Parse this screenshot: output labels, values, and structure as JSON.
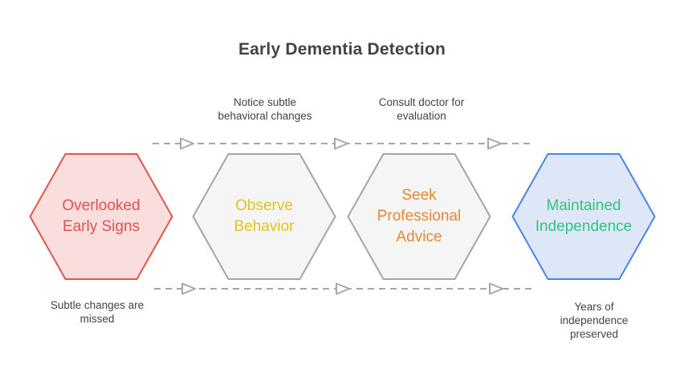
{
  "title": "Early Dementia Detection",
  "colors": {
    "title_text": "#404347",
    "annotation_text": "#404448",
    "flow_line": "#a6a6a6",
    "arrowhead_fill": "#ffffff",
    "background": "#ffffff"
  },
  "stages": [
    {
      "label": "Overlooked Early Signs",
      "fill": "#fadddd",
      "border": "#e0564a",
      "text_color": "#e05252"
    },
    {
      "label": "Observe Behavior",
      "fill": "#f5f5f5",
      "border": "#a5a5a5",
      "text_color": "#e0c41c"
    },
    {
      "label": "Seek Professional Advice",
      "fill": "#f5f5f5",
      "border": "#a5a5a5",
      "text_color": "#e8872e"
    },
    {
      "label": "Maintained Independence",
      "fill": "#dde7f8",
      "border": "#4d84e2",
      "text_color": "#33c481"
    }
  ],
  "annotations": {
    "top": [
      {
        "text": "Notice subtle behavioral changes"
      },
      {
        "text": "Consult doctor for evaluation"
      }
    ],
    "bottom": [
      {
        "text": "Subtle changes are missed"
      },
      {
        "text": "Years of independence preserved"
      }
    ]
  }
}
